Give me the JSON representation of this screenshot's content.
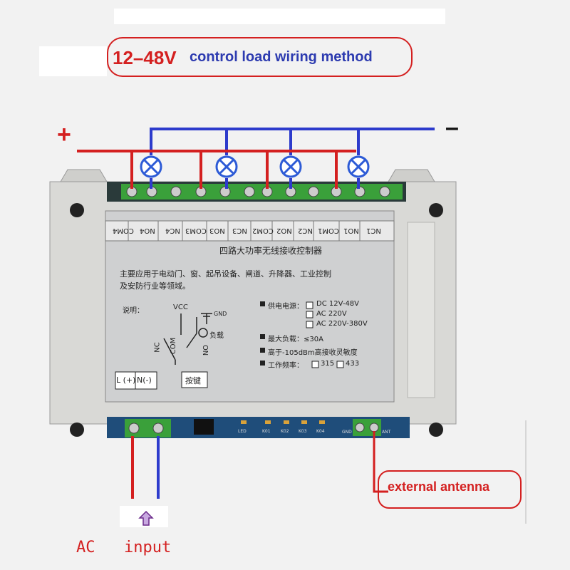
{
  "title": {
    "voltage": "12–48V",
    "text": "control load wiring method"
  },
  "polarity": {
    "plus": "+",
    "minus": "–"
  },
  "terminals": [
    "COM4",
    "NO4",
    "NC4",
    "COM3",
    "NO3",
    "NC3",
    "COM2",
    "NO2",
    "NC2",
    "COM1",
    "NO1",
    "NC1"
  ],
  "plate": {
    "title": "四路大功率无线接收控制器",
    "desc_line1": "主要应用于电动门、窗、起吊设备、闸道、升降器、工业控制",
    "desc_line2": "及安防行业等领域。",
    "note_label": "说明：",
    "vcc": "VCC",
    "gnd": "GND",
    "load": "负载",
    "nc": "NC",
    "com": "COM",
    "no": "NO",
    "power_label": "供电电源：",
    "power_options": [
      "DC 12V-48V",
      "AC 220V",
      "AC 220V-380V"
    ],
    "max_load": "最大负载：≤30A",
    "sensitivity": "高于-105dBm高接收灵敏度",
    "freq_label": "工作频率：",
    "freq_options": [
      "315",
      "433"
    ],
    "l_label": "L (+)",
    "n_label": "N(-)",
    "key_label": "按键"
  },
  "board_labels": [
    "LED",
    "K01",
    "K02",
    "K03",
    "K04",
    "GND",
    "ANT"
  ],
  "antenna_label": "external antenna",
  "ac_label": "AC",
  "input_label": "input",
  "colors": {
    "red_wire": "#d42020",
    "blue_wire": "#2d3bcc",
    "terminal_green": "#3aa03a",
    "lamp_blue": "#2d5bd6"
  }
}
